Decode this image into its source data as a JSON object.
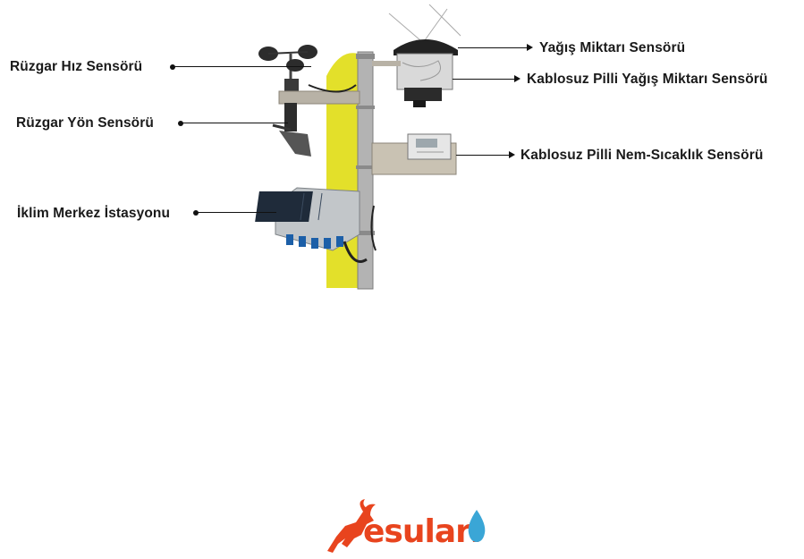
{
  "labels": {
    "wind_speed": "Rüzgar Hız Sensörü",
    "wind_direction": "Rüzgar Yön Sensörü",
    "climate_station": "İklim Merkez İstasyonu",
    "rain_gauge": "Yağış Miktarı Sensörü",
    "wireless_rain_gauge": "Kablosuz Pilli Yağış Miktarı Sensörü",
    "wireless_humidity_temp": "Kablosuz Pilli Nem-Sıcaklık Sensörü"
  },
  "logo": {
    "text": "esulari",
    "colors": {
      "accent": "#e8441e",
      "water": "#3aa6d6"
    }
  },
  "colors": {
    "pole_accent": "#e3e02a",
    "pole": "#a9a9a9",
    "label_text": "#1a1a1a"
  }
}
